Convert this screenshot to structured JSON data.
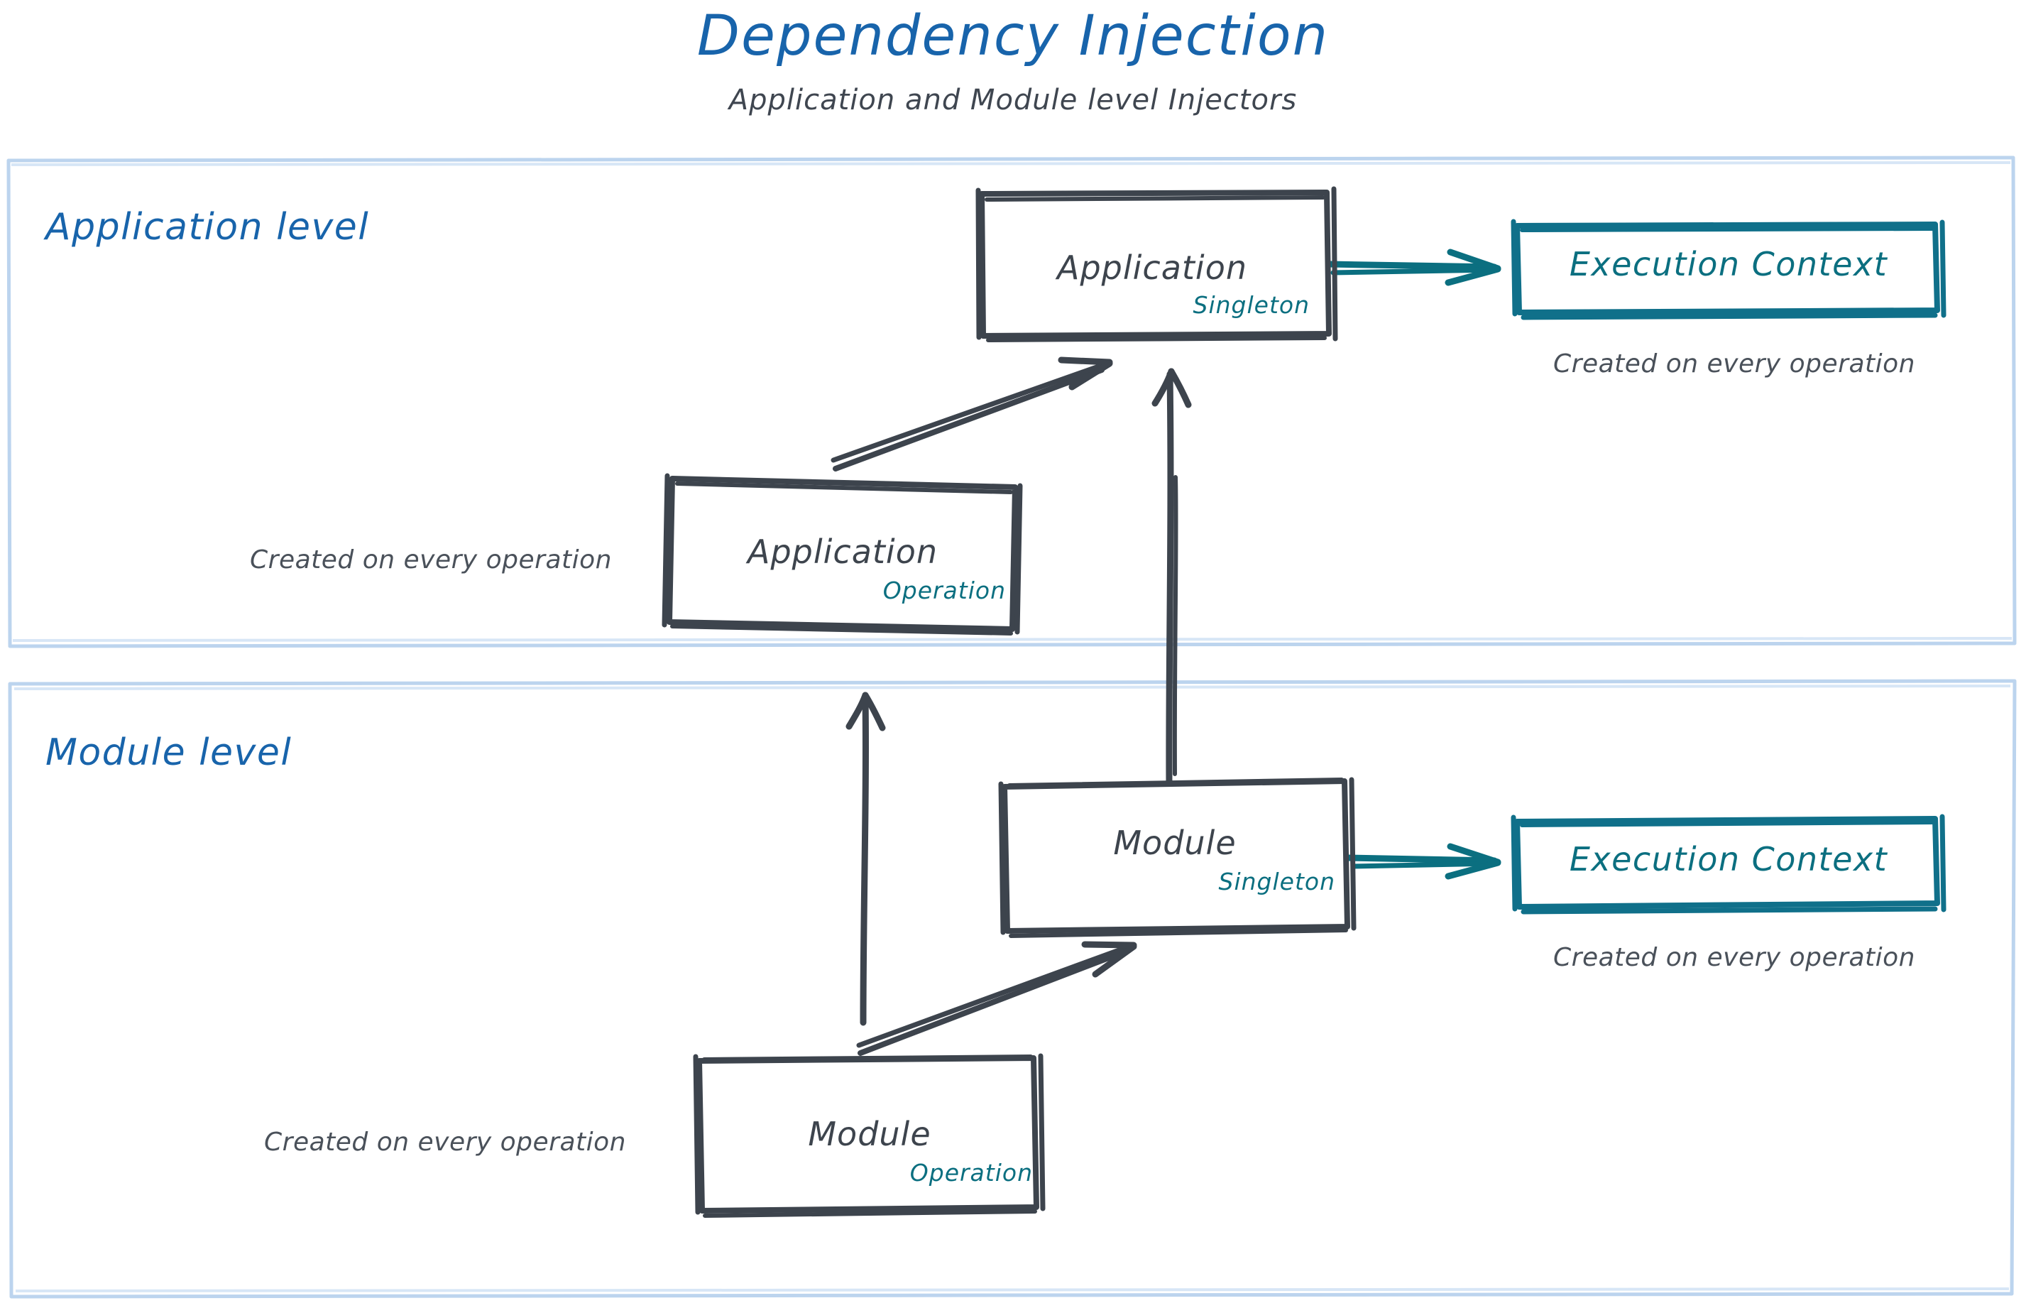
{
  "header": {
    "title": "Dependency Injection",
    "subtitle": "Application and Module level Injectors",
    "title_color": "#1864ab",
    "subtitle_color": "#3f4650"
  },
  "colors": {
    "panel_border": "#bcd4ee",
    "node_stroke": "#3d444d",
    "accent_teal": "#0b6f80",
    "brand_blue": "#1864ab",
    "note_text": "#4a515a"
  },
  "panels": [
    {
      "id": "application-level",
      "label": "Application level"
    },
    {
      "id": "module-level",
      "label": "Module level"
    }
  ],
  "nodes": {
    "application_singleton": {
      "title": "Application",
      "scope": "Singleton"
    },
    "application_operation": {
      "title": "Application",
      "scope": "Operation"
    },
    "module_singleton": {
      "title": "Module",
      "scope": "Singleton"
    },
    "module_operation": {
      "title": "Module",
      "scope": "Operation"
    },
    "execution_context_application": {
      "title": "Execution Context"
    },
    "execution_context_module": {
      "title": "Execution Context"
    }
  },
  "notes": {
    "execution_context_application": "Created on every operation",
    "execution_context_module": "Created on every operation",
    "application_operation": "Created on every operation",
    "module_operation": "Created on every operation"
  },
  "chart_data": {
    "type": "diagram",
    "title": "Dependency Injection",
    "subtitle": "Application and Module level Injectors",
    "groups": [
      {
        "name": "Application level",
        "nodes": [
          "Application (Singleton)",
          "Application (Operation)",
          "Execution Context"
        ]
      },
      {
        "name": "Module level",
        "nodes": [
          "Module (Singleton)",
          "Module (Operation)",
          "Execution Context"
        ]
      }
    ],
    "edges": [
      {
        "from": "Application (Operation)",
        "to": "Application (Singleton)",
        "style": "solid-arrow",
        "color": "#3d444d"
      },
      {
        "from": "Application (Singleton)",
        "to": "Execution Context (Application level)",
        "style": "solid-arrow",
        "color": "#0b6f80"
      },
      {
        "from": "Module (Singleton)",
        "to": "Application (Singleton)",
        "style": "solid-arrow",
        "color": "#3d444d"
      },
      {
        "from": "Module (Operation)",
        "to": "Module (Singleton)",
        "style": "solid-arrow",
        "color": "#3d444d"
      },
      {
        "from": "Module (Operation)",
        "to": "Application (Operation)",
        "style": "solid-arrow",
        "color": "#3d444d"
      },
      {
        "from": "Module (Singleton)",
        "to": "Execution Context (Module level)",
        "style": "solid-arrow",
        "color": "#0b6f80"
      }
    ]
  }
}
